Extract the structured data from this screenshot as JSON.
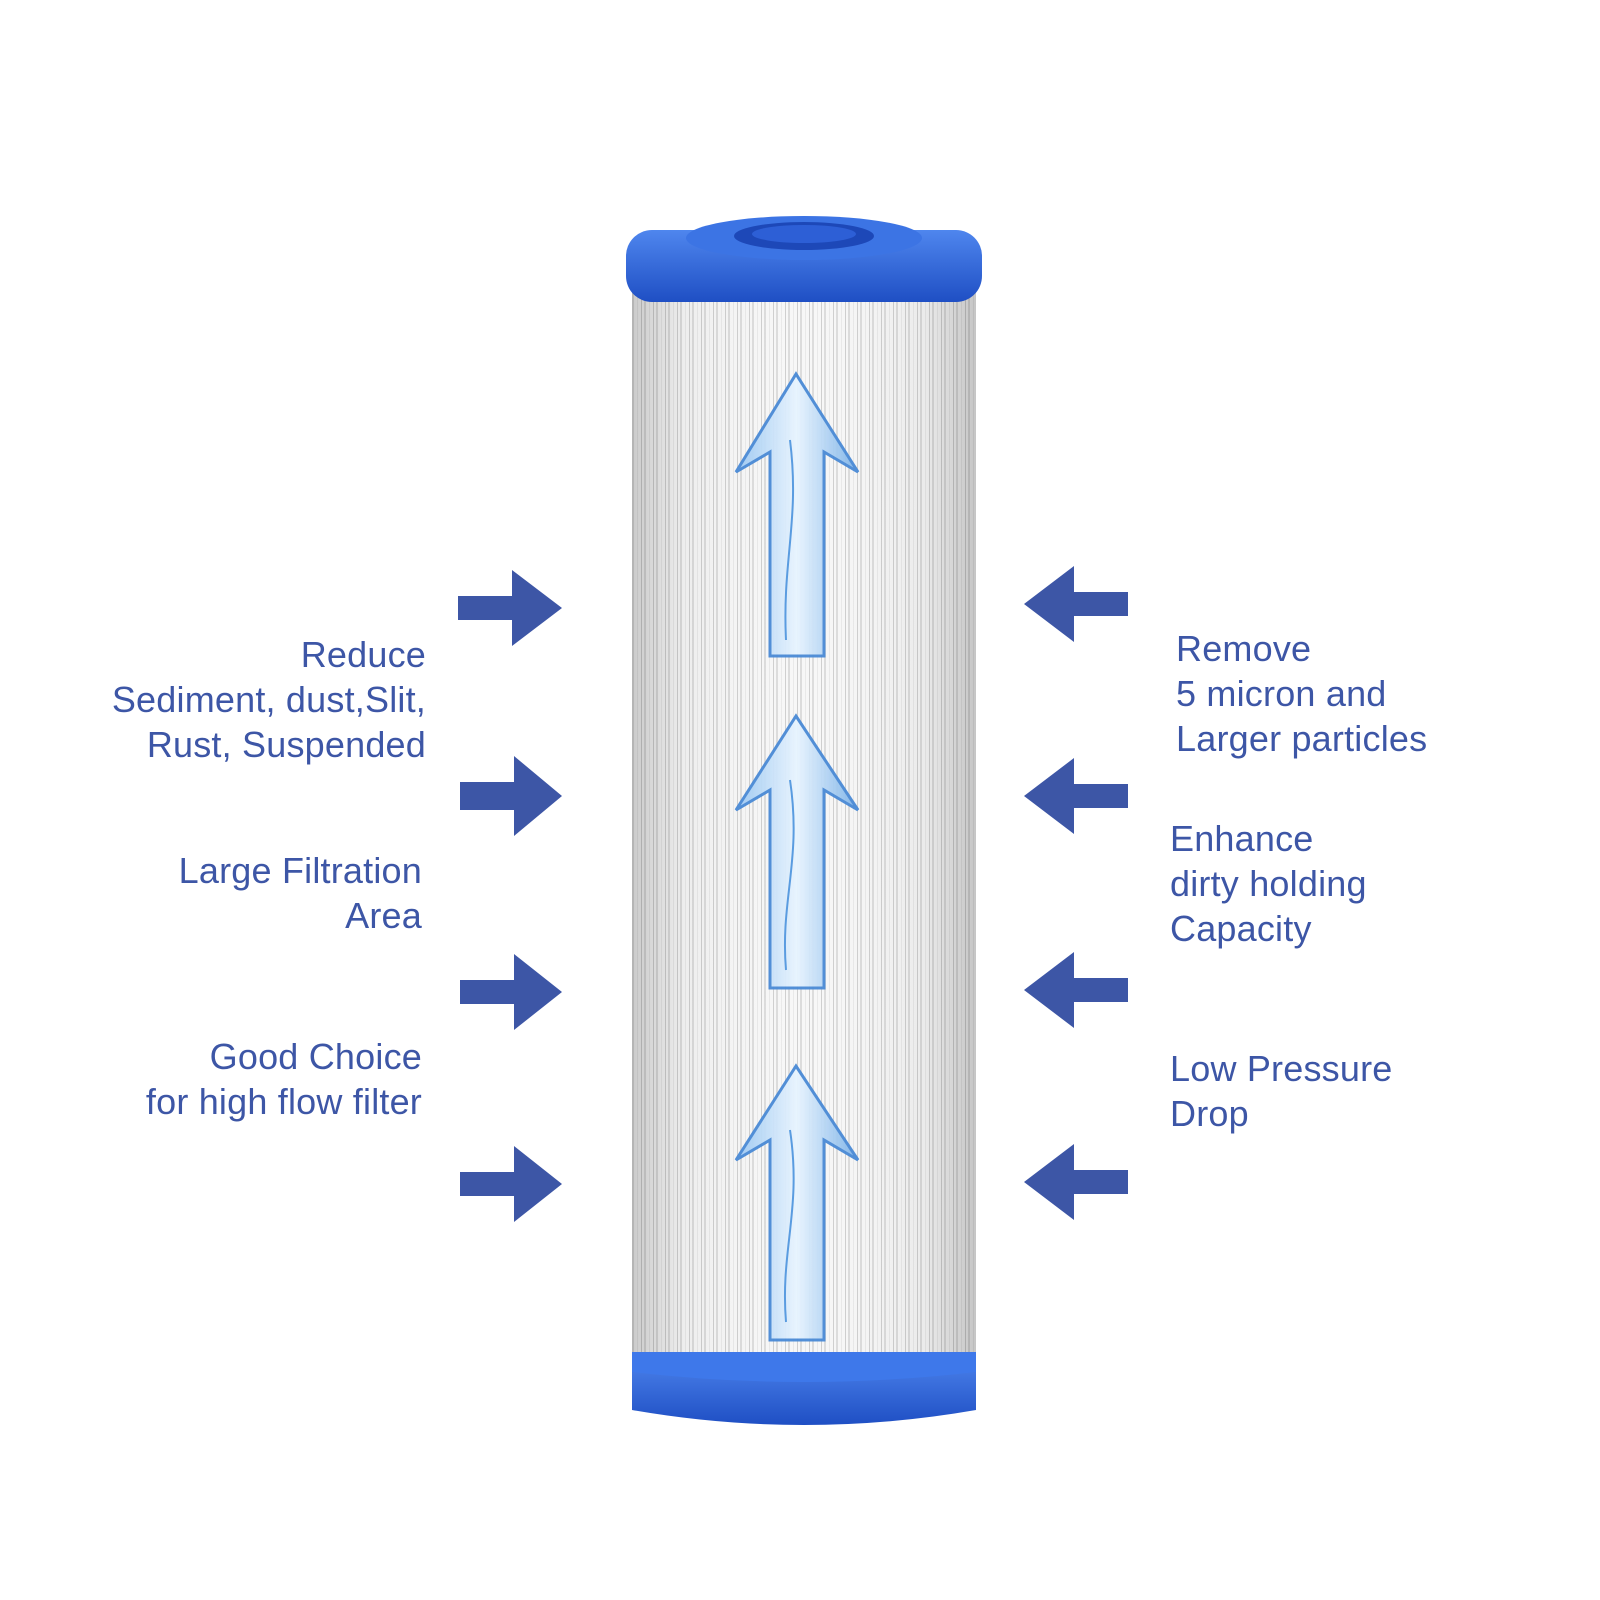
{
  "accent_color": "#3d56a6",
  "cap_color": "#2f66d8",
  "water_color": "#5aa0e0",
  "icons": {
    "inflow_arrow": "arrow-right-icon",
    "outflow_arrow": "arrow-left-icon",
    "water_arrow": "water-arrow-up-icon"
  },
  "left_features": [
    {
      "lines": [
        "Reduce",
        "Sediment, dust,Slit,",
        "Rust, Suspended"
      ]
    },
    {
      "lines": [
        "Large Filtration",
        "Area"
      ]
    },
    {
      "lines": [
        "Good Choice",
        "for high flow filter"
      ]
    }
  ],
  "right_features": [
    {
      "lines": [
        "Remove",
        "5 micron and",
        "Larger particles"
      ]
    },
    {
      "lines": [
        "Enhance",
        "dirty holding",
        "Capacity"
      ]
    },
    {
      "lines": [
        "Low Pressure",
        "Drop"
      ]
    }
  ]
}
